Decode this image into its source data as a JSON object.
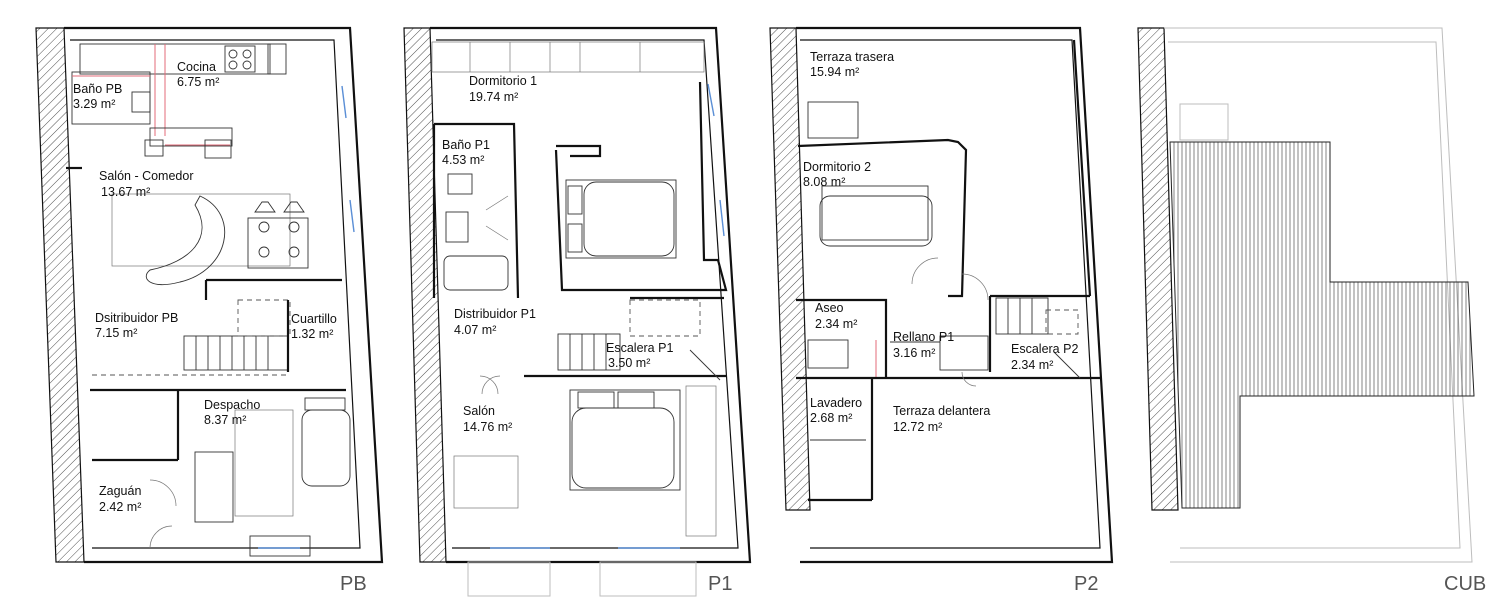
{
  "floors": [
    {
      "label": "PB",
      "rooms": [
        {
          "name": "Cocina",
          "area": "6.75 m²"
        },
        {
          "name": "Baño PB",
          "area": "3.29 m²"
        },
        {
          "name": "Salón - Comedor",
          "area": "13.67 m²"
        },
        {
          "name": "Dsitribuidor PB",
          "area": "7.15 m²"
        },
        {
          "name": "Cuartillo",
          "area": "1.32 m²"
        },
        {
          "name": "Despacho",
          "area": "8.37 m²"
        },
        {
          "name": "Zaguán",
          "area": "2.42 m²"
        }
      ]
    },
    {
      "label": "P1",
      "rooms": [
        {
          "name": "Dormitorio 1",
          "area": "19.74 m²"
        },
        {
          "name": "Baño P1",
          "area": "4.53 m²"
        },
        {
          "name": "Distribuidor P1",
          "area": "4.07 m²"
        },
        {
          "name": "Escalera P1",
          "area": "3.50 m²"
        },
        {
          "name": "Salón",
          "area": "14.76 m²"
        }
      ]
    },
    {
      "label": "P2",
      "rooms": [
        {
          "name": "Terraza trasera",
          "area": "15.94 m²"
        },
        {
          "name": "Dormitorio 2",
          "area": "8.08 m²"
        },
        {
          "name": "Aseo",
          "area": "2.34 m²"
        },
        {
          "name": "Rellano P1",
          "area": "3.16 m²"
        },
        {
          "name": "Escalera P2",
          "area": "2.34 m²"
        },
        {
          "name": "Lavadero",
          "area": "2.68 m²"
        },
        {
          "name": "Terraza delantera",
          "area": "12.72 m²"
        }
      ]
    },
    {
      "label": "CUB",
      "rooms": []
    }
  ],
  "colors": {
    "wall": "#111111",
    "window": "#5b8fd6",
    "plumbing": "#e36b7a",
    "ghost_outline": "#bdbdbd",
    "floor_label": "#555555"
  }
}
